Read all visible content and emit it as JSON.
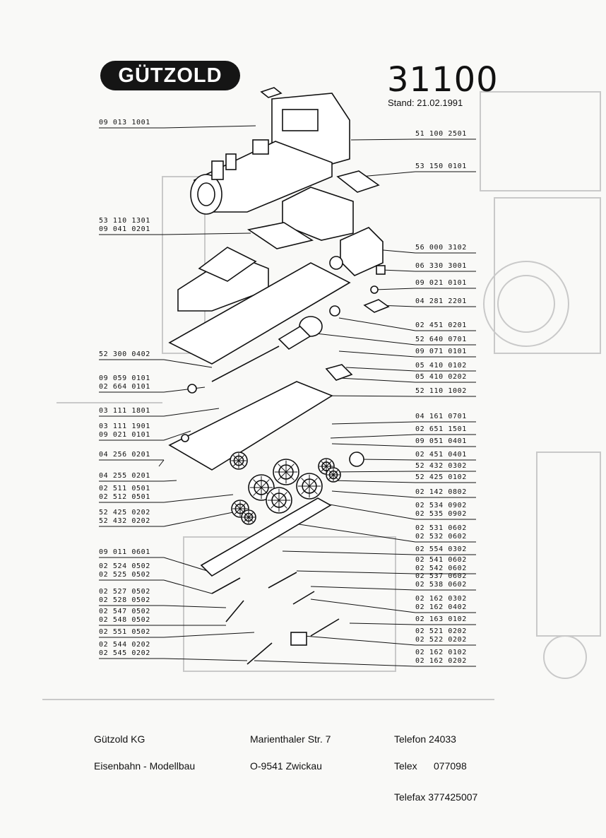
{
  "header": {
    "logo_text": "GÜTZOLD",
    "model_number": "31100",
    "stand": "Stand: 21.02.1991"
  },
  "left_parts": [
    [
      "09 013 1001"
    ],
    [
      "53 110 1301",
      "09 041 0201"
    ],
    [
      "52 300 0402"
    ],
    [
      "09 059 0101",
      "02 664 0101"
    ],
    [
      "03 111 1801"
    ],
    [
      "03 111 1901",
      "09 021 0101"
    ],
    [
      "04 256 0201"
    ],
    [
      "04 255 0201"
    ],
    [
      "02 511 0501",
      "02 512 0501"
    ],
    [
      "52 425 0202",
      "52 432 0202"
    ],
    [
      "09 011 0601"
    ],
    [
      "02 524 0502",
      "02 525 0502"
    ],
    [
      "02 527 0502",
      "02 528 0502"
    ],
    [
      "02 547 0502",
      "02 548 0502"
    ],
    [
      "02 551 0502"
    ],
    [
      "02 544 0202",
      "02 545 0202"
    ]
  ],
  "right_parts": [
    [
      "51 100 2501"
    ],
    [
      "53 150 0101"
    ],
    [
      "56 000 3102"
    ],
    [
      "06 330 3001"
    ],
    [
      "09 021 0101"
    ],
    [
      "04 281 2201"
    ],
    [
      "02 451 0201"
    ],
    [
      "52 640 0701"
    ],
    [
      "09 071 0101"
    ],
    [
      "05 410 0102"
    ],
    [
      "05 410 0202"
    ],
    [
      "52 110 1002"
    ],
    [
      "04 161 0701"
    ],
    [
      "02 651 1501"
    ],
    [
      "09 051 0401"
    ],
    [
      "02 451 0401"
    ],
    [
      "52 432 0302"
    ],
    [
      "52 425 0102"
    ],
    [
      "02 142 0802"
    ],
    [
      "02 534 0902",
      "02 535 0902"
    ],
    [
      "02 531 0602",
      "02 532 0602"
    ],
    [
      "02 554 0302"
    ],
    [
      "02 541 0602",
      "02 542 0602"
    ],
    [
      "02 537 0602",
      "02 538 0602"
    ],
    [
      "02 162 0302",
      "02 162 0402"
    ],
    [
      "02 163 0102"
    ],
    [
      "02 521 0202",
      "02 522 0202"
    ],
    [
      "02 162 0102",
      "02 162 0202"
    ]
  ],
  "footer": {
    "company": "Gützold KG",
    "business": "Eisenbahn - Modellbau",
    "street": "Marienthaler Str. 7",
    "city": "O-9541 Zwickau",
    "telefon": "Telefon 24033",
    "telex": "Telex      077098",
    "telefax": "Telefax 377425007"
  }
}
